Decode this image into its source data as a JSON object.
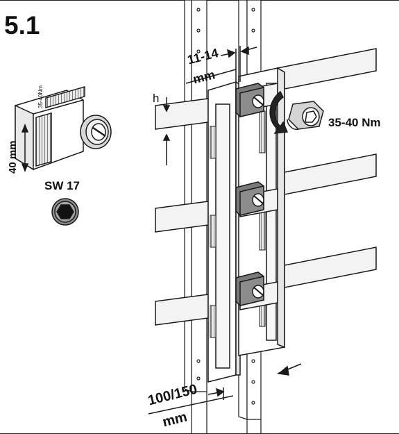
{
  "step_label": "5.1",
  "hex_key_label": "SW 17",
  "torque_label": "35-40 Nm",
  "height_symbol": "h",
  "width_value": "11-14",
  "width_unit": "mm",
  "distance_value": "100/150",
  "distance_unit": "mm",
  "terminal_size_label": "40 mm",
  "terminal_marking": "35-40Nm",
  "colors": {
    "line": "#1a1a1a",
    "rail": "#f2f2f2",
    "clamp": "#7a7a7a",
    "hex_disc": "#888888"
  }
}
